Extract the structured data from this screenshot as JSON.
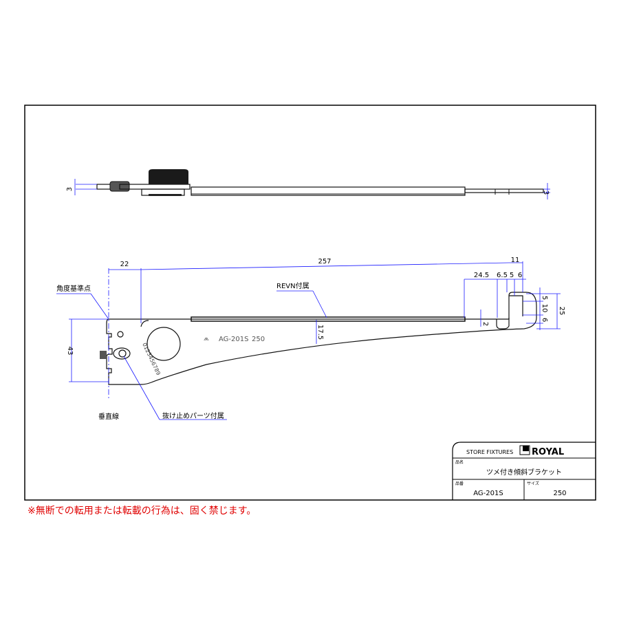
{
  "side_view": {
    "dim_left": "3",
    "dim_right": "3"
  },
  "front_view": {
    "dims": {
      "d22": "22",
      "d257": "257",
      "d11": "11",
      "d24_5": "24.5",
      "d6_5": "6.5",
      "d5a": "5",
      "d6a": "6",
      "d5b": "5",
      "d10": "10",
      "d6b": "6",
      "d25": "25",
      "d2": "2",
      "d17_5": "17.5",
      "d43": "43"
    },
    "labels": {
      "angle_ref": "角度基準点",
      "revn": "REVN付属",
      "vertical": "垂直線",
      "stopper": "抜け止めパーツ付属"
    },
    "engraving": {
      "model": "AG-201S",
      "size": "250",
      "serial": "0123456789"
    }
  },
  "title_block": {
    "brand_left": "STORE FIXTURES",
    "brand_logo": "ROYAL",
    "name_label": "品名",
    "name_value": "ツメ付き傾斜ブラケット",
    "code_label": "品番",
    "code_value": "AG-201S",
    "size_label": "サイズ",
    "size_value": "250"
  },
  "warning": "※無断での転用または転載の行為は、固く禁じます。"
}
